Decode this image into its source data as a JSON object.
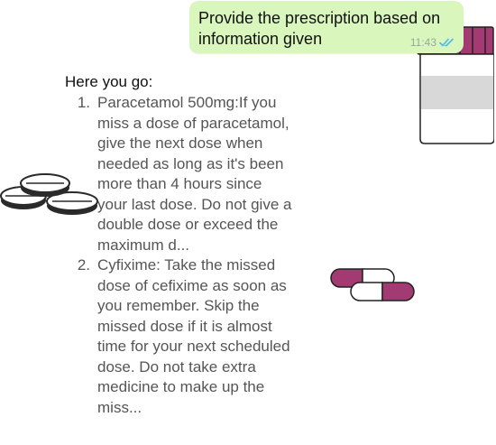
{
  "chat": {
    "outgoing": {
      "text": "Provide the prescription based on information given",
      "time": "11:43",
      "status_icon": "double-check-read-icon"
    },
    "incoming": {
      "intro": "Here you go:",
      "items": [
        {
          "number": "1.",
          "text": "Paracetamol 500mg:If you miss a dose of paracetamol, give the next dose when needed as long as it's been more than 4 hours since your last dose. Do not give a double dose or exceed the maximum d..."
        },
        {
          "number": "2.",
          "text": "Cyfixime: Take the missed dose of cefixime as soon as you remember. Skip the missed dose if it is almost time for your next scheduled dose. Do not take extra medicine to make up the miss..."
        }
      ]
    }
  },
  "illustrations": {
    "bottle": "pill-bottle-icon",
    "tablets": "tablets-icon",
    "capsules": "capsules-icon"
  },
  "colors": {
    "outgoing_bubble": "#d9f7bd",
    "capsule_accent": "#a33a72",
    "read_ticks": "#4fb6ec",
    "illustration_outline": "#222222"
  }
}
